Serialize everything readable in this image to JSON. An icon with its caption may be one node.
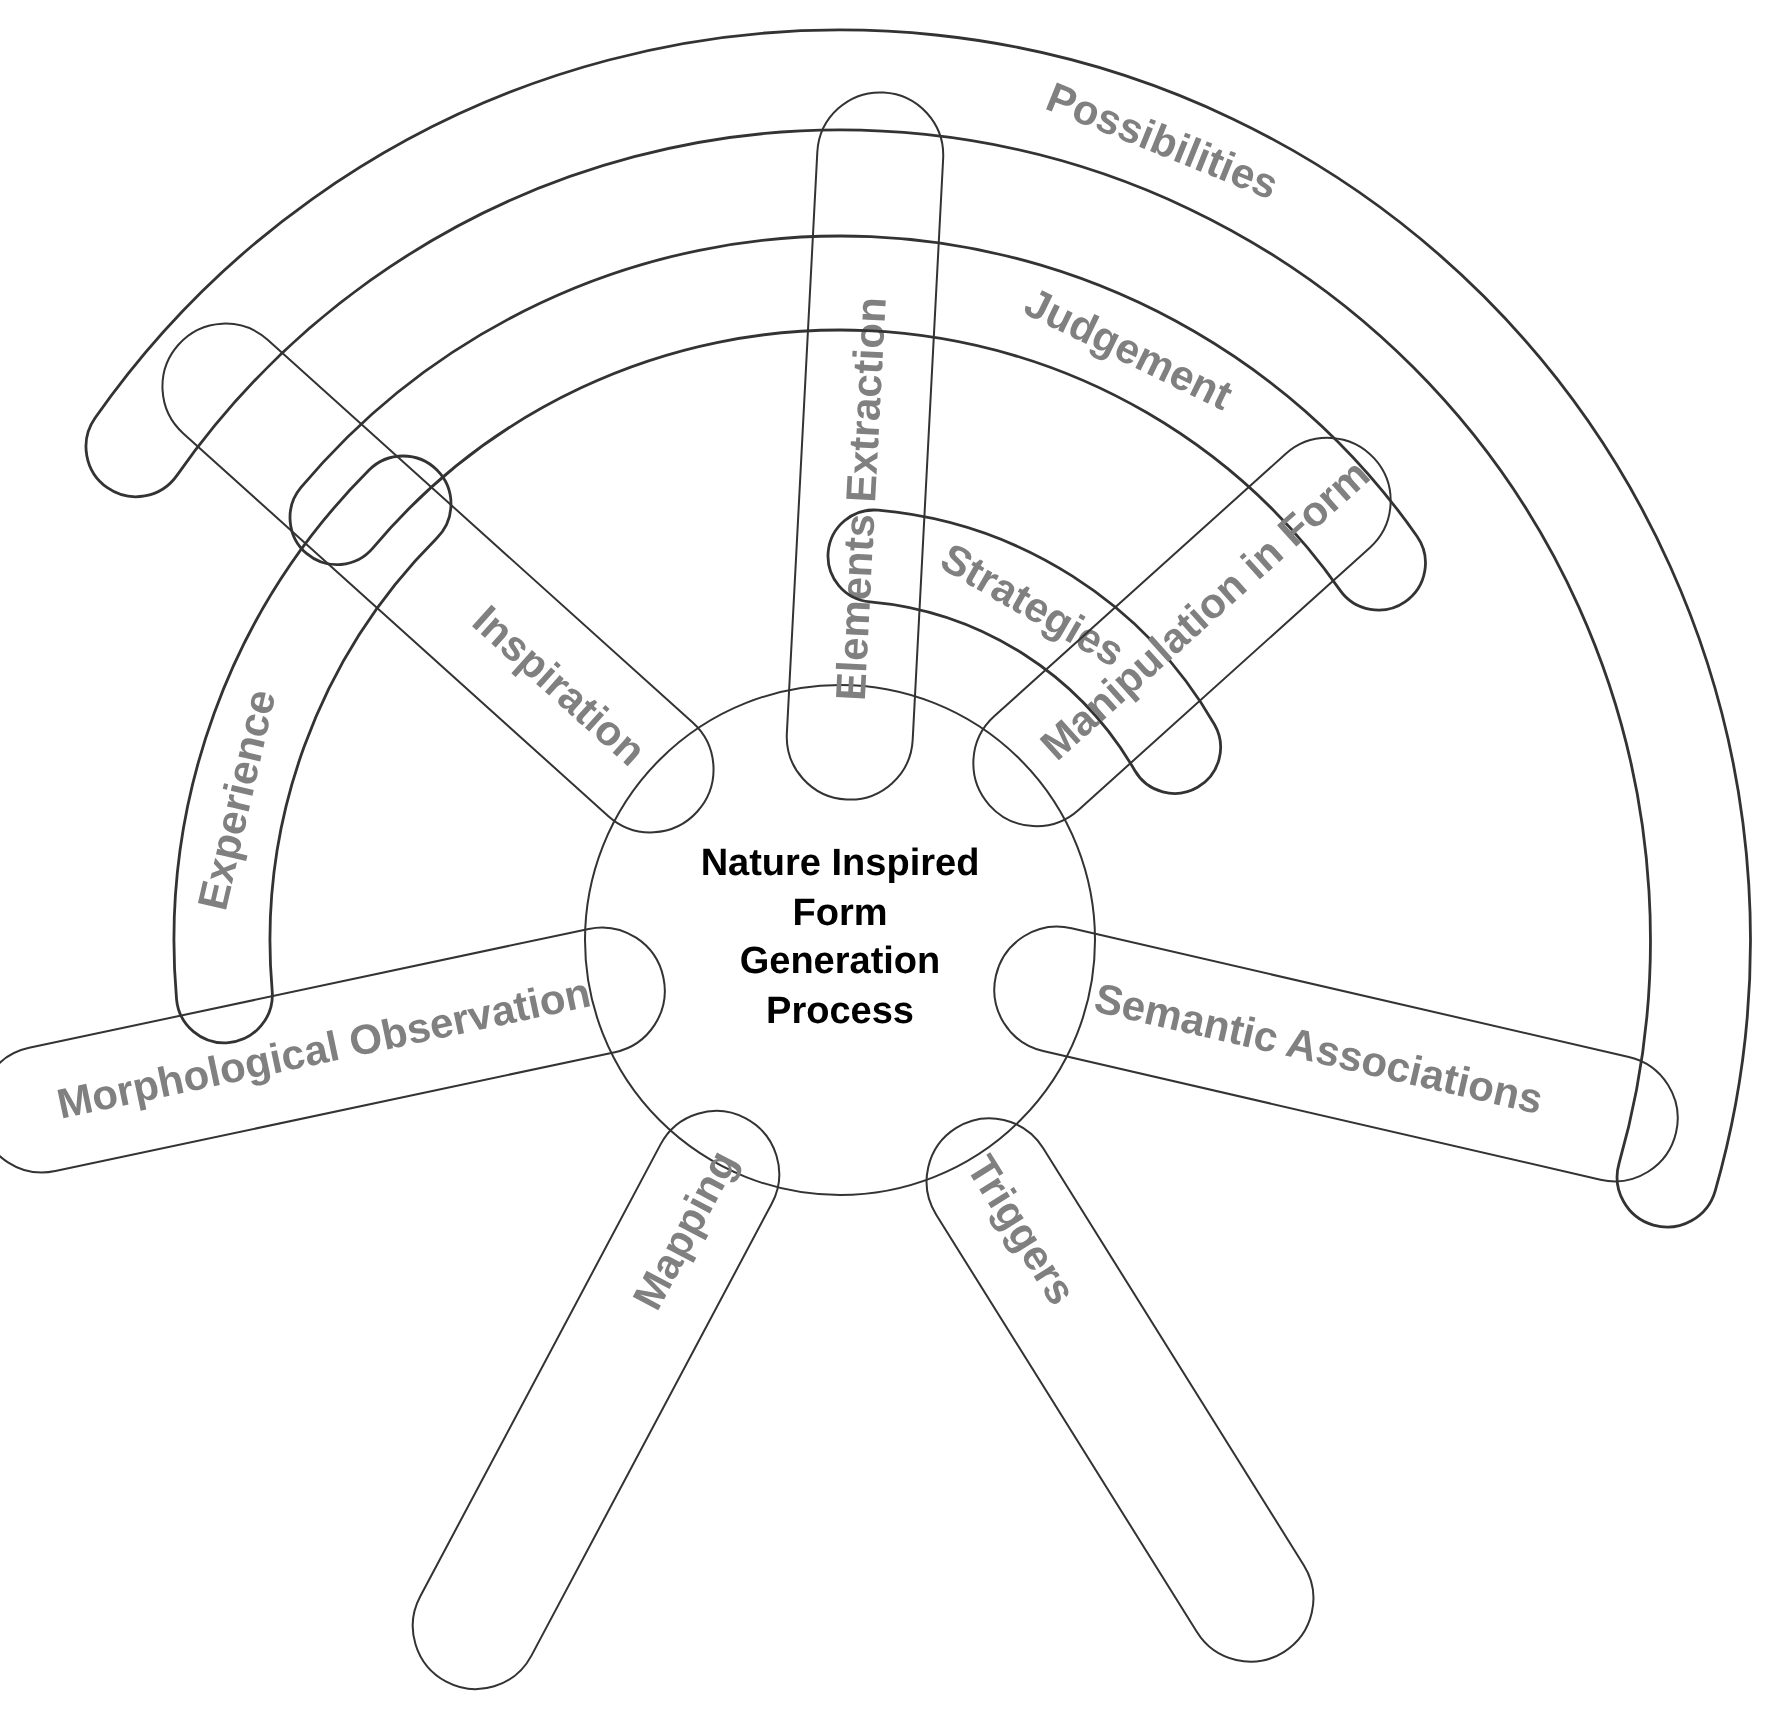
{
  "diagram": {
    "nodes": [
      {
        "text": [
          "Nature Inspired Form Generation Process"
        ]
      },
      {
        "text": [
          "Elements Extraction"
        ]
      },
      {
        "text": [
          "Strategies"
        ]
      },
      {
        "text": [
          "Judgement"
        ]
      },
      {
        "text": [
          "Possibilities"
        ]
      },
      {
        "text": [
          "Manipulation in Form"
        ]
      },
      {
        "text": [
          "Semantic Associations"
        ]
      },
      {
        "text": [
          "Triggers"
        ]
      },
      {
        "text": [
          "Mapping"
        ]
      },
      {
        "text": [
          "Morphological Observation"
        ]
      },
      {
        "text": [
          "Experience"
        ]
      },
      {
        "text": [
          "Inspiration"
        ]
      }
    ]
  }
}
